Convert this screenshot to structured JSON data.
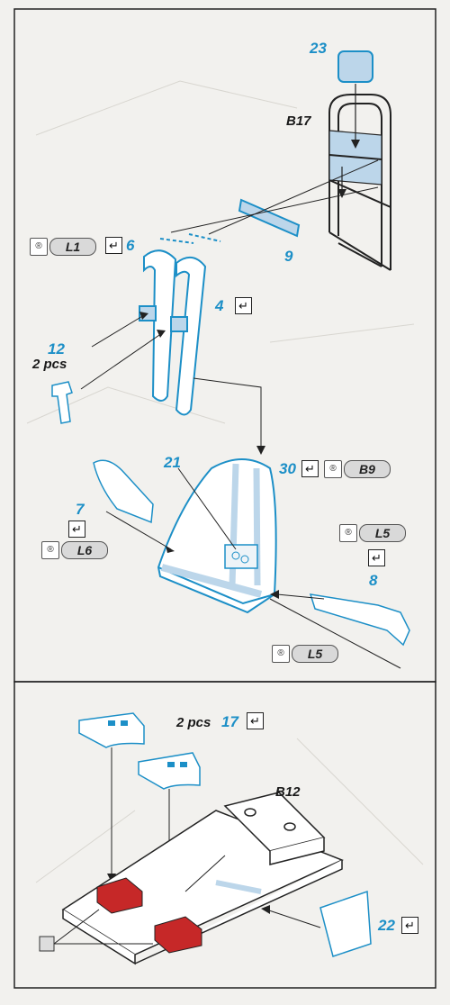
{
  "parts": {
    "p23": "23",
    "b17": "B17",
    "p9": "9",
    "p6": "6",
    "p4": "4",
    "p12": "12",
    "two_pcs": "2 pcs",
    "p30": "30",
    "p21": "21",
    "p7": "7",
    "p8": "8",
    "p17": "17",
    "b12": "B12",
    "p22": "22"
  },
  "refs": {
    "l1": "L1",
    "b9": "B9",
    "l6": "L6",
    "l5a": "L5",
    "l5b": "L5"
  },
  "icons": {
    "registered": "®",
    "bend": "↵"
  },
  "colors": {
    "etch_blue": "#1c8fc7",
    "resin_red": "#c62828",
    "background": "#f2f1ee"
  }
}
